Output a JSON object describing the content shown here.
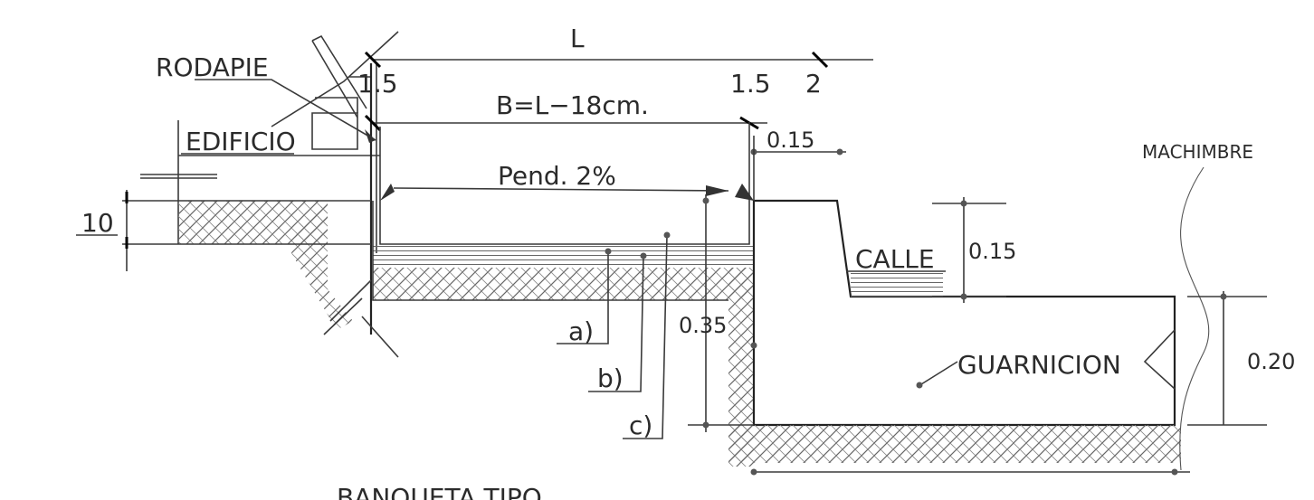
{
  "labels": {
    "rodapie": "RODAPIE",
    "edificio": "EDIFICIO",
    "machimbre": "MACHIMBRE",
    "calle": "CALLE",
    "guarnicion": "GUARNICION",
    "title": "BANQUETA TIPO"
  },
  "dimensions": {
    "L": "L",
    "left_gap": "1.5",
    "right_gap": "1.5",
    "end_gap": "2",
    "B": "B=L−18cm.",
    "top_015": "0.15",
    "slope": "Pend. 2%",
    "thickness_10": "10",
    "calle_015": "0.15",
    "depth_035": "0.35",
    "guarnicion_020": "0.20"
  },
  "layers": {
    "a": "a)",
    "b": "b)",
    "c": "c)"
  },
  "colors": {
    "line": "#3a3a3a",
    "hatch": "#666666",
    "text": "#2b2b2b"
  }
}
